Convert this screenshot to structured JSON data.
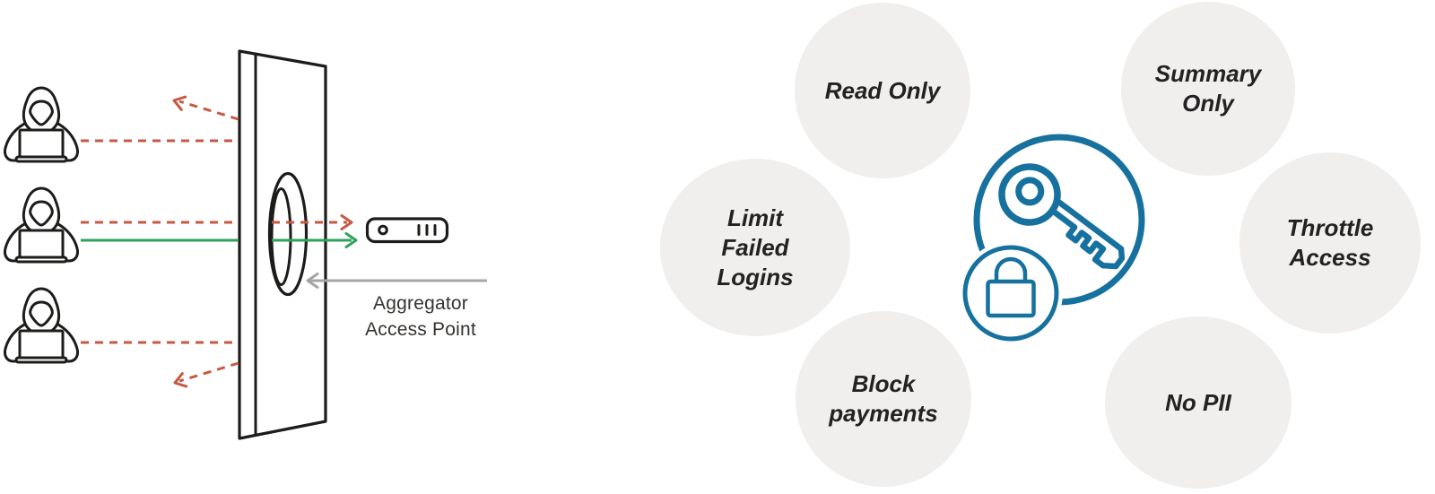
{
  "threat_diagram": {
    "attacker_icons": [
      "hacker-laptop-icon",
      "hacker-laptop-icon",
      "hacker-laptop-icon"
    ],
    "barrier_icon": "door-panel-icon",
    "opening_icon": "oval-opening-icon",
    "server_icon": "server-icon",
    "pointer_icon": "gray-pointer-arrow",
    "aggregator_label": "Aggregator Access Point",
    "colors": {
      "blocked_arrow": "#c55a43",
      "allowed_arrow": "#2fa25c",
      "pointer_arrow": "#a5a5a5",
      "outline": "#1d1c1a"
    }
  },
  "controls_diagram": {
    "center_icon": "key-lock-icon",
    "accent_color": "#16719f",
    "bubble_fill": "#f0efee",
    "bubbles": [
      {
        "id": "read-only",
        "label": "Read Only"
      },
      {
        "id": "summary-only",
        "label": "Summary Only"
      },
      {
        "id": "limit-failed-logins",
        "label": "Limit Failed Logins"
      },
      {
        "id": "throttle-access",
        "label": "Throttle Access"
      },
      {
        "id": "block-payments",
        "label": "Block payments"
      },
      {
        "id": "no-pii",
        "label": "No PII"
      }
    ]
  }
}
